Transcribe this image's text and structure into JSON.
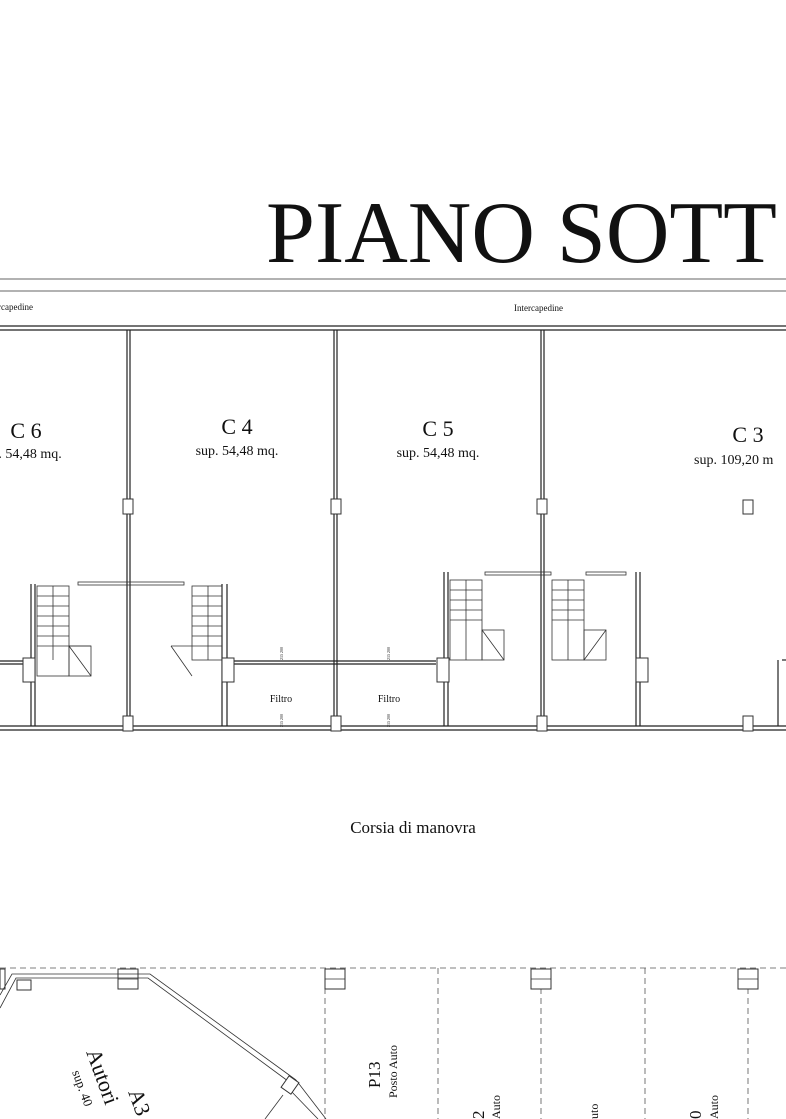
{
  "title": "PIANO SOTT",
  "intercapedine": [
    "rcapedine",
    "Intercapedine"
  ],
  "units": [
    {
      "name": "C 6",
      "area": ". 54,48 mq."
    },
    {
      "name": "C 4",
      "area": "sup. 54,48 mq."
    },
    {
      "name": "C 5",
      "area": "sup. 54,48 mq."
    },
    {
      "name": "C 3",
      "area": "sup. 109,20 m"
    }
  ],
  "filtro": [
    "Filtro",
    "Filtro"
  ],
  "dimensions": [
    "215 200",
    "215 200",
    "215 200",
    "215 200"
  ],
  "corridor": "Corsia di manovra",
  "garage": {
    "code": "A3",
    "name": "Autori",
    "area": "sup. 40"
  },
  "parking": [
    {
      "code": "P13",
      "label": "Posto Auto"
    },
    {
      "code": "2",
      "label": "Auto"
    },
    {
      "code": "",
      "label": "uto"
    },
    {
      "code": "0",
      "label": "Auto"
    }
  ]
}
